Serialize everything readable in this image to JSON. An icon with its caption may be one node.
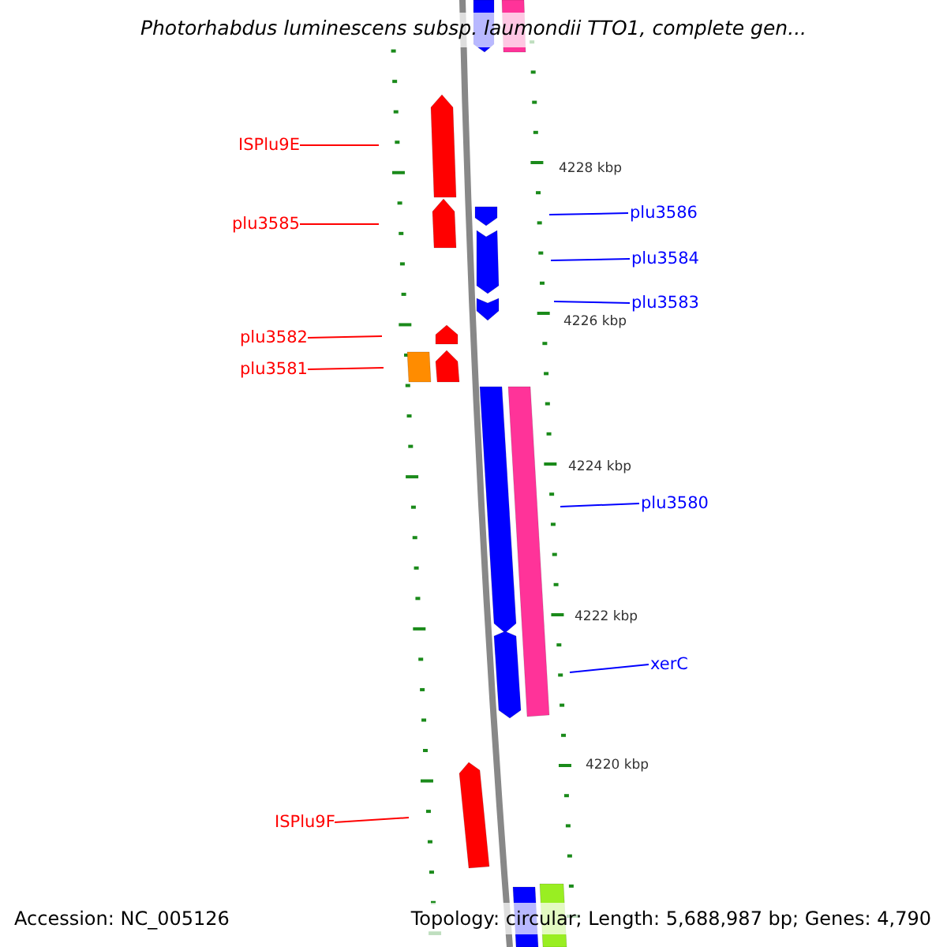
{
  "diagram": {
    "title": "Photorhabdus luminescens subsp. laumondii TTO1, complete gen...",
    "nodes": [
      {
        "text": [
          "ISPlu9E"
        ]
      },
      {
        "text": [
          "plu3585"
        ]
      },
      {
        "text": [
          "plu3582"
        ]
      },
      {
        "text": [
          "plu3581"
        ]
      },
      {
        "text": [
          "ISPlu9F"
        ]
      },
      {
        "text": [
          "plu3586"
        ]
      },
      {
        "text": [
          "plu3584"
        ]
      },
      {
        "text": [
          "plu3583"
        ]
      },
      {
        "text": [
          "plu3580"
        ]
      },
      {
        "text": [
          "xerC"
        ]
      }
    ],
    "edges": [
      {
        "from": 0,
        "to": null,
        "arrow": "none",
        "color": "#ff0000"
      },
      {
        "from": 1,
        "to": null,
        "arrow": "none",
        "color": "#ff0000"
      },
      {
        "from": 2,
        "to": null,
        "arrow": "none",
        "color": "#ff0000"
      },
      {
        "from": 3,
        "to": null,
        "arrow": "none",
        "color": "#ff0000"
      },
      {
        "from": 4,
        "to": null,
        "arrow": "none",
        "color": "#ff0000"
      },
      {
        "from": 5,
        "to": null,
        "arrow": "none",
        "color": "#0000ff"
      },
      {
        "from": 6,
        "to": null,
        "arrow": "none",
        "color": "#0000ff"
      },
      {
        "from": 7,
        "to": null,
        "arrow": "none",
        "color": "#0000ff"
      },
      {
        "from": 8,
        "to": null,
        "arrow": "none",
        "color": "#0000ff"
      },
      {
        "from": 9,
        "to": null,
        "arrow": "none",
        "color": "#0000ff"
      }
    ],
    "labels": [
      "4228 kbp",
      "4226 kbp",
      "4224 kbp",
      "4222 kbp",
      "4220 kbp",
      "Accession: NC_005126",
      "Topology: circular; Length: 5,688,987 bp; Genes: 4,790"
    ]
  }
}
